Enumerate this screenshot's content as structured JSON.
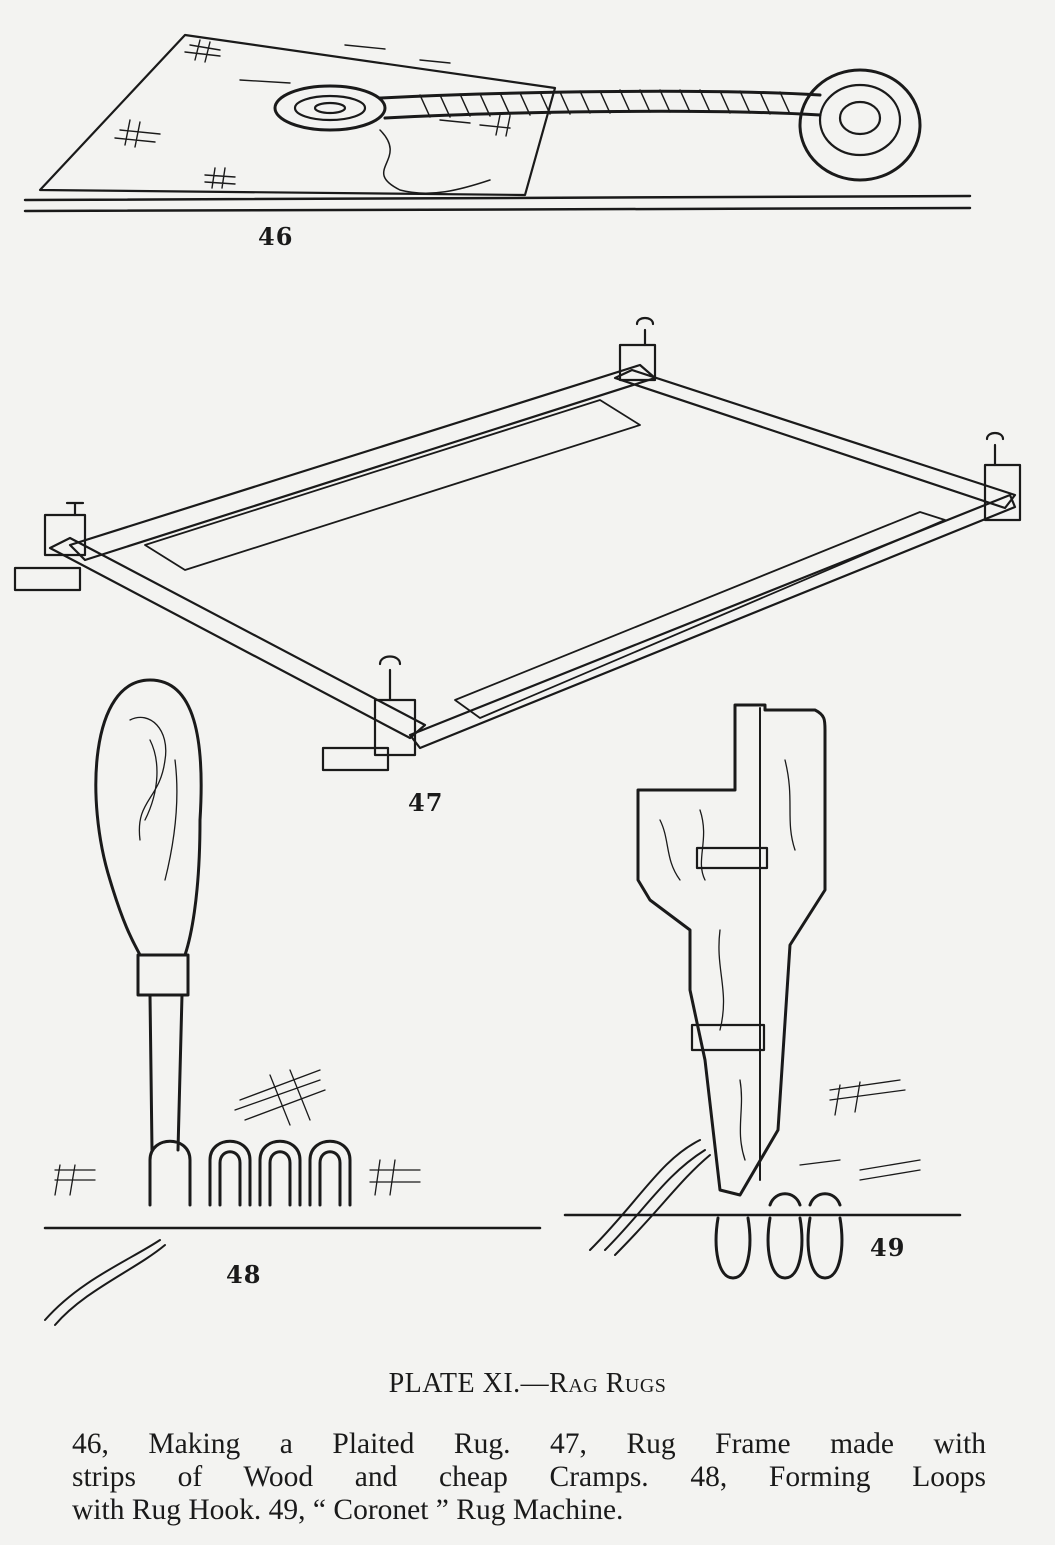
{
  "figures": [
    {
      "number": "46"
    },
    {
      "number": "47"
    },
    {
      "number": "48"
    },
    {
      "number": "49"
    }
  ],
  "plate": {
    "title_main": "PLATE XI.—",
    "title_sub": "Rag Rugs"
  },
  "caption": {
    "lines": [
      "46, Making a Plaited Rug.  47, Rug Frame made with",
      "strips of Wood and cheap Cramps.  48, Forming Loops",
      "with Rug Hook.  49, “ Coronet ” Rug Machine."
    ]
  },
  "colors": {
    "ink": "#1a1a1a",
    "paper": "#f3f3f1"
  }
}
